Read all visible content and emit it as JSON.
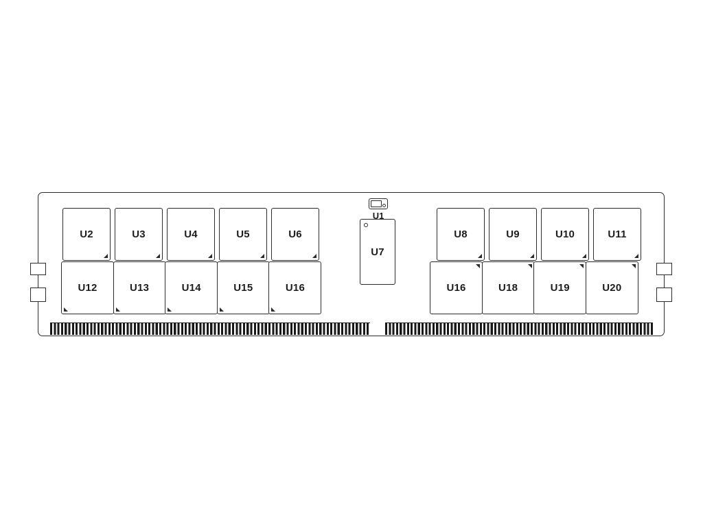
{
  "diagram": {
    "type": "memory-module-chip-layout",
    "colors": {
      "line": "#2b2b2b",
      "background": "#ffffff",
      "label": "#1d1d1d"
    },
    "components": {
      "u1": "U1",
      "u7": "U7",
      "top_left": [
        "U2",
        "U3",
        "U4",
        "U5",
        "U6"
      ],
      "bottom_left": [
        "U12",
        "U13",
        "U14",
        "U15",
        "U16"
      ],
      "top_right": [
        "U8",
        "U9",
        "U10",
        "U11"
      ],
      "bottom_right": [
        "U16",
        "U18",
        "U19",
        "U20"
      ]
    }
  }
}
